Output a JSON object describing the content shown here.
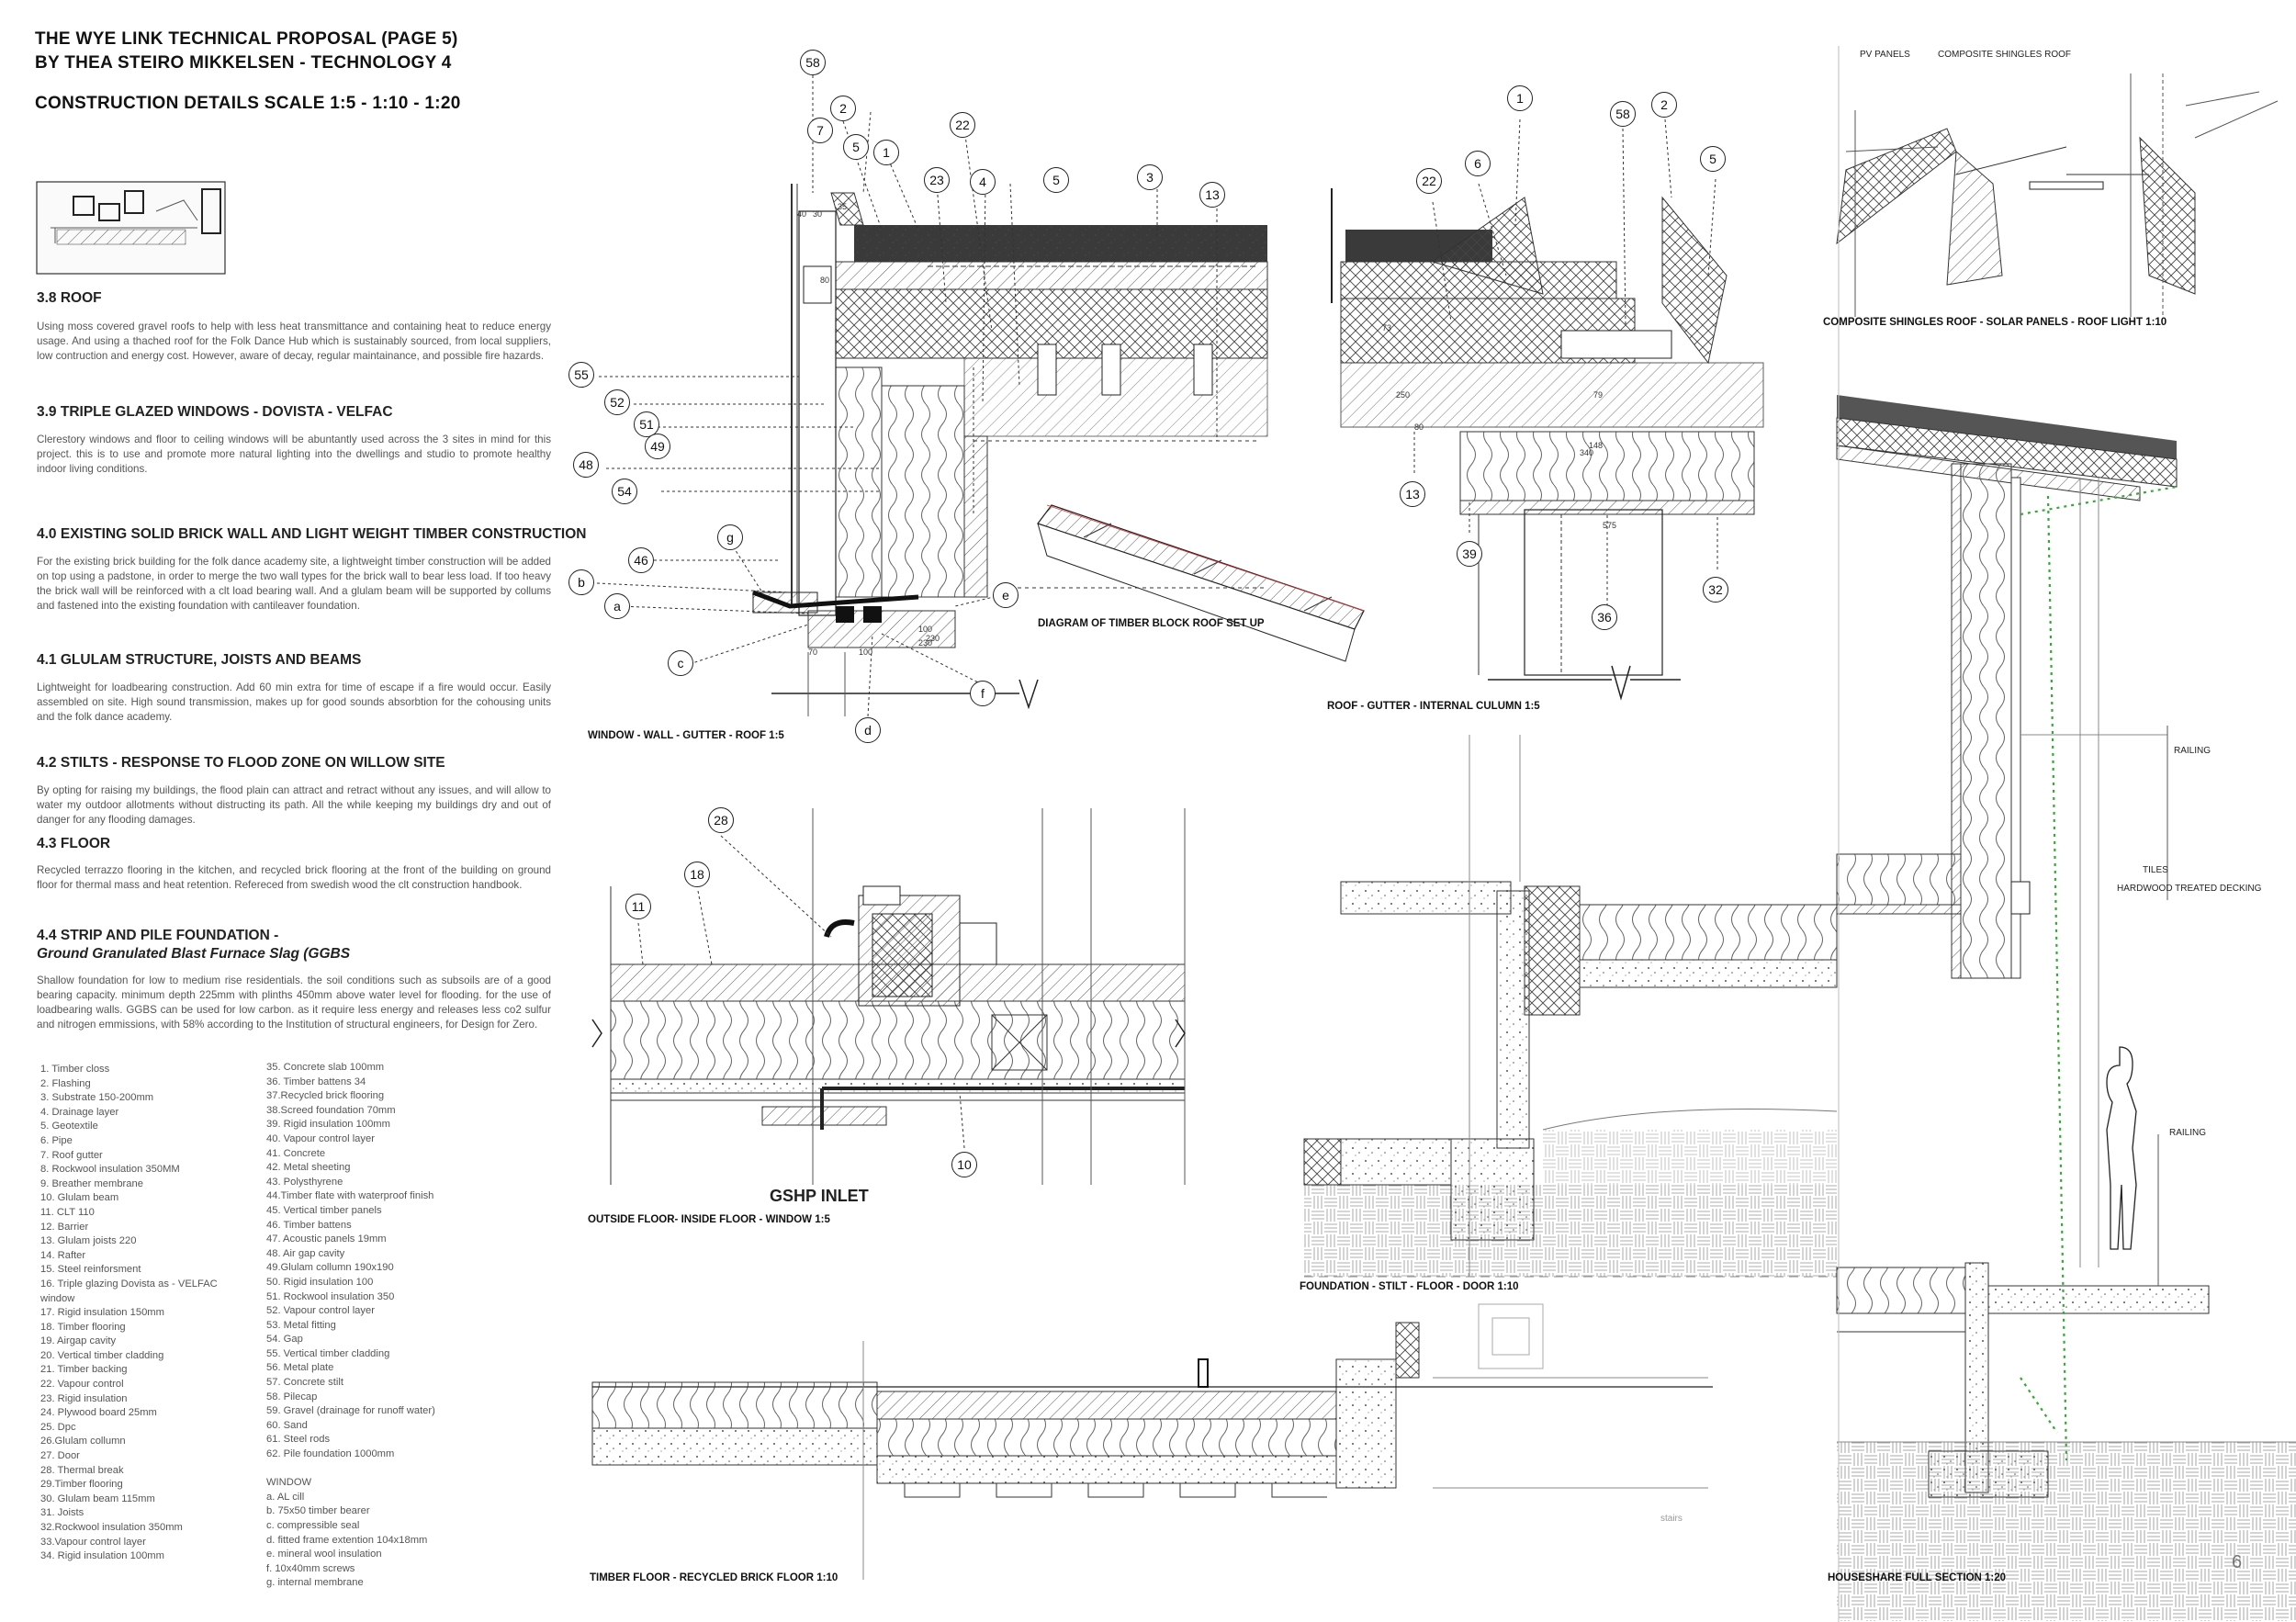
{
  "title": {
    "line1": "THE WYE LINK TECHNICAL PROPOSAL (PAGE 5)",
    "line2": "BY THEA STEIRO MIKKELSEN - TECHNOLOGY 4",
    "line3": "CONSTRUCTION DETAILS SCALE 1:5 - 1:10 - 1:20"
  },
  "sections": [
    {
      "heading": "3.8 ROOF",
      "text": "Using moss covered gravel roofs to help with less heat transmittance and containing heat to reduce energy usage. And using a thached roof for the Folk Dance Hub which is sustainably sourced, from local suppliers, low contruction and energy cost. However, aware of decay, regular maintainance, and possible fire hazards."
    },
    {
      "heading": "3.9 TRIPLE GLAZED WINDOWS - DOVISTA - VELFAC",
      "text": "Clerestory windows and floor to ceiling windows will be abuntantly used across the 3 sites in mind for this project. this is to use and promote more natural lighting into the dwellings and studio to promote healthy indoor living conditions."
    },
    {
      "heading": "4.0 EXISTING SOLID BRICK  WALL AND LIGHT WEIGHT TIMBER CONSTRUCTION",
      "text": "For the existing brick building for the folk dance academy site, a lightweight timber construction will be added on top using a padstone, in order to merge the two wall types for the brick wall to bear less load. If too heavy the brick wall will be reinforced with a clt load bearing wall. And a glulam beam will be supported by collums and fastened into the existing foundation with cantileaver foundation."
    },
    {
      "heading": "4.1 GLULAM STRUCTURE, JOISTS AND BEAMS",
      "text": "Lightweight for loadbearing construction. Add 60 min extra for time of escape if a fire would occur. Easily assembled on site. High sound transmission, makes up for good sounds absorbtion for the cohousing units and the folk dance academy."
    },
    {
      "heading": "4.2 STILTS - RESPONSE TO FLOOD ZONE ON WILLOW SITE",
      "text": "By opting for raising my buildings, the flood plain can attract and retract without any issues, and will allow to water my outdoor allotments without distructing its path. All the while keeping my buildings dry and out of danger for any flooding damages."
    },
    {
      "heading": "4.3 FLOOR",
      "text": "Recycled terrazzo flooring in the kitchen, and recycled brick flooring at the front of the building on ground floor for thermal mass and heat retention. Refereced from swedish wood the clt construction handbook."
    },
    {
      "heading": "4.4 STRIP AND PILE  FOUNDATION -",
      "subheading": "Ground Granulated Blast Furnace Slag (GGBS",
      "text": "Shallow foundation for low to medium rise residentials. the soil conditions such as subsoils are of a good bearing capacity. minimum depth 225mm with plinths 450mm above water level for flooding. for the use of loadbearing walls. GGBS can be used for low carbon. as it require less energy and releases less co2 sulfur and nitrogen emmissions, with 58% according to the Institution of structural engineers, for  Design for Zero."
    }
  ],
  "legend_col1": [
    "1. Timber closs",
    "2. Flashing",
    "3. Substrate 150-200mm",
    "4. Drainage layer",
    "5. Geotextile",
    "6. Pipe",
    "7. Roof gutter",
    "8. Rockwool insulation 350MM",
    "9. Breather membrane",
    "10. Glulam beam",
    "11. CLT 110",
    "12. Barrier",
    "13. Glulam joists 220",
    "14. Rafter",
    "15. Steel reinforsment",
    "16. Triple glazing Dovista as - VELFAC",
    "window",
    "17. Rigid insulation 150mm",
    "18. Timber flooring",
    "19. Airgap cavity",
    "20. Vertical timber cladding",
    "21. Timber backing",
    "22. Vapour control",
    "23. Rigid insulation",
    "24. Plywood board 25mm",
    "25. Dpc",
    "26.Glulam collumn",
    "27. Door",
    "28. Thermal break",
    "29.Timber flooring",
    "30. Glulam beam 115mm",
    "31. Joists",
    "32.Rockwool insulation 350mm",
    "33.Vapour control layer",
    "34. Rigid insulation 100mm"
  ],
  "legend_col2": [
    "35. Concrete slab 100mm",
    "36. Timber battens 34",
    "37.Recycled brick flooring",
    "38.Screed foundation 70mm",
    "39. Rigid insulation 100mm",
    "40. Vapour control layer",
    "41. Concrete",
    "42. Metal sheeting",
    "43. Polysthyrene",
    "44.Timber flate with waterproof finish",
    "45. Vertical timber panels",
    "46. Timber battens",
    "47. Acoustic panels 19mm",
    "48. Air gap cavity",
    "49.Glulam collumn 190x190",
    "50. Rigid insulation 100",
    "51. Rockwool insulation 350",
    "52. Vapour control layer",
    "53. Metal fitting",
    "54. Gap",
    "55. Vertical timber cladding",
    "56. Metal plate",
    "57. Concrete stilt",
    "58. Pilecap",
    "59. Gravel (drainage for runoff water)",
    "60. Sand",
    "61. Steel rods",
    "62. Pile foundation 1000mm",
    "",
    "WINDOW",
    "a. AL cill",
    "b. 75x50 timber bearer",
    "c. compressible seal",
    "d. fitted frame extention 104x18mm",
    "e. mineral wool insulation",
    "f. 10x40mm screws",
    "g. internal membrane"
  ],
  "captions": {
    "d1": "WINDOW - WALL - GUTTER - ROOF 1:5",
    "d2": "DIAGRAM OF TIMBER BLOCK ROOF SET UP",
    "d3": "ROOF - GUTTER - INTERNAL CULUMN 1:5",
    "d4": "COMPOSITE SHINGLES ROOF - SOLAR PANELS - ROOF LIGHT 1:10",
    "d5": "OUTSIDE FLOOR- INSIDE FLOOR - WINDOW 1:5",
    "d6": "FOUNDATION - STILT - FLOOR - DOOR 1:10",
    "d7": "TIMBER FLOOR - RECYCLED BRICK FLOOR 1:10",
    "d8": "HOUSESHARE FULL SECTION 1:20",
    "gshp": "GSHP INLET",
    "pv": "PV PANELS",
    "shingles": "COMPOSITE SHINGLES ROOF",
    "railing1": "RAILING",
    "railing2": "RAILING",
    "tiles": "TILES",
    "decking": "HARDWOOD TREATED DECKING",
    "stairs": "stairs",
    "page": "6"
  },
  "tags_d1": [
    "58",
    "2",
    "7",
    "5",
    "1",
    "22",
    "23",
    "4",
    "5",
    "3",
    "13",
    "55",
    "52",
    "51",
    "49",
    "48",
    "54",
    "46",
    "g",
    "b",
    "a",
    "c",
    "d",
    "e",
    "f"
  ],
  "tags_d3": [
    "1",
    "58",
    "2",
    "5",
    "22",
    "6",
    "13",
    "39",
    "36",
    "32"
  ],
  "tags_d5": [
    "28",
    "18",
    "11",
    "10"
  ],
  "dims": [
    "30",
    "40",
    "80",
    "35",
    "100",
    "230",
    "70",
    "100",
    "230",
    "73",
    "250",
    "80",
    "148",
    "575",
    "340",
    "79"
  ]
}
